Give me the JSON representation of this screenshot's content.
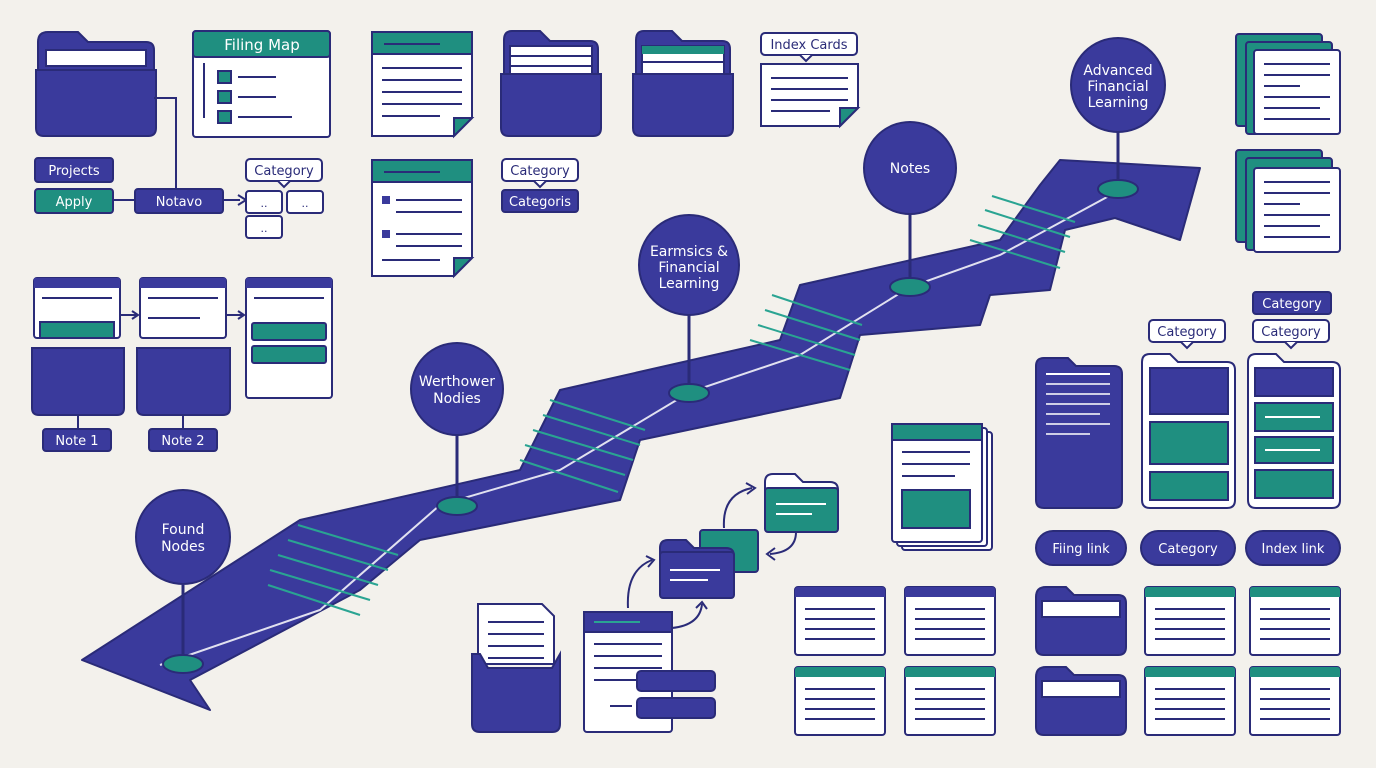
{
  "colors": {
    "background": "#f3f1ec",
    "indigo": "#3a3a9c",
    "indigo_dark": "#2a2b78",
    "teal": "#1f8f80",
    "teal_light": "#2aa492",
    "paper": "#ffffff",
    "text_on_dark": "#ffffff",
    "text_on_light": "#2a2b78"
  },
  "icons": {
    "folder": "folder-icon",
    "document": "document-icon",
    "index_card": "index-card-icon",
    "pin_node": "map-pin-node-icon",
    "arrow": "arrow-icon",
    "stairs": "staircase-path-icon"
  },
  "filing_map": {
    "title": "Filing Map"
  },
  "flow_labels": {
    "projects": "Projects",
    "apply": "Apply",
    "notavo": "Notavo",
    "category_a": "Category",
    "dots_1": "..",
    "dots_2": "..",
    "dots_3": ".."
  },
  "folder_sequence": {
    "note_1": "Note 1",
    "note_2": "Note 2"
  },
  "category_tags": {
    "category_b": "Category",
    "categoris": "Categoris"
  },
  "index_cards": {
    "label": "Index Cards"
  },
  "journey_nodes": [
    {
      "id": "found",
      "line1": "Found",
      "line2": "Nodes",
      "line3": ""
    },
    {
      "id": "werthower",
      "line1": "Werthower",
      "line2": "Nodies",
      "line3": ""
    },
    {
      "id": "earmsics",
      "line1": "Earmsics &",
      "line2": "Financial",
      "line3": "Learning"
    },
    {
      "id": "notes",
      "line1": "Notes",
      "line2": "",
      "line3": ""
    },
    {
      "id": "advanced",
      "line1": "Advanced",
      "line2": "Financial",
      "line3": "Learning"
    }
  ],
  "right_panel": {
    "category_top": "Category",
    "category_left": "Category",
    "category_right": "Category",
    "filing_link": "Fiing link",
    "category_pill": "Category",
    "index_link": "Index link"
  }
}
